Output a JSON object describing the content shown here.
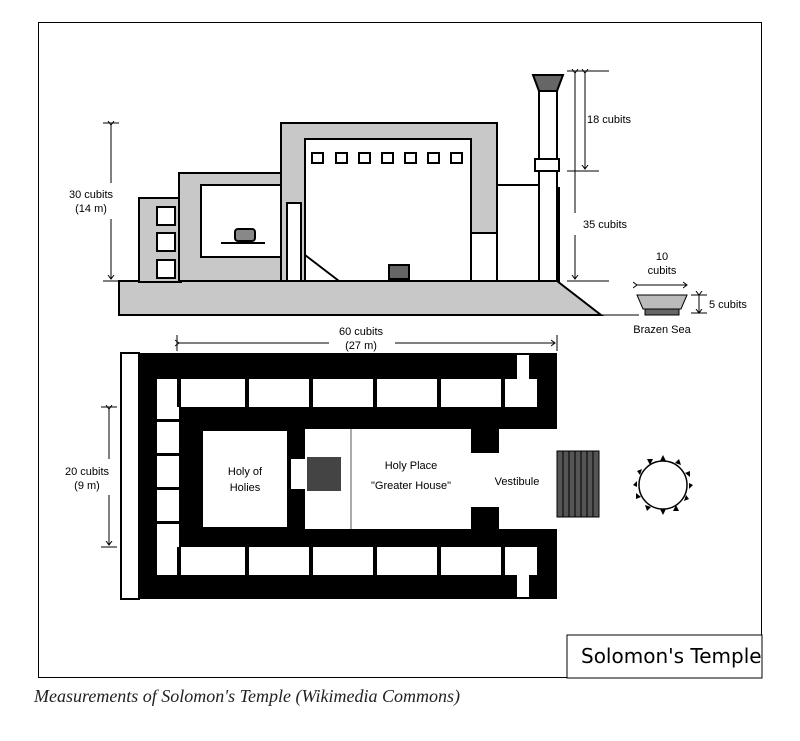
{
  "figure": {
    "title": "Solomon's Temple",
    "caption": "Measurements of Solomon's Temple (Wikimedia Commons)"
  },
  "dimensions": {
    "height": [
      "30 cubits",
      "(14 m)"
    ],
    "pillar_top": "18 cubits",
    "pillar_total": "35 cubits",
    "sea_width": [
      "10",
      "cubits"
    ],
    "sea_height": "5 cubits",
    "sea_name": "Brazen Sea",
    "length": [
      "60 cubits",
      "(27 m)"
    ],
    "width": [
      "20 cubits",
      "(9 m)"
    ]
  },
  "rooms": {
    "holy_of_holies": [
      "Holy of",
      "Holies"
    ],
    "holy_place": [
      "Holy Place",
      "\"Greater House\""
    ],
    "vestibule": "Vestibule"
  },
  "colors": {
    "wall": "#000000",
    "stone": "#c8c8c8",
    "room": "#ffffff"
  }
}
